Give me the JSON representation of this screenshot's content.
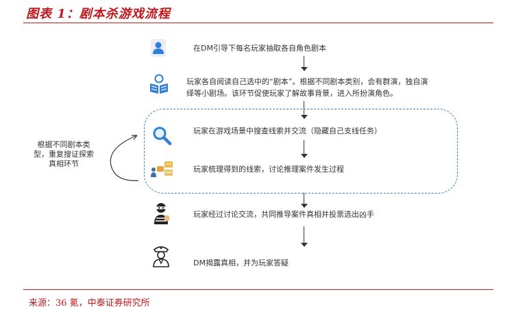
{
  "header": {
    "title": "图表 1：剧本杀游戏流程"
  },
  "steps": [
    {
      "icon": "person-icon",
      "text": "在DM引导下每名玩家抽取各自角色剧本"
    },
    {
      "icon": "reading-icon",
      "line1": "玩家各自阅读自己选中的“剧本”。根据不同剧本类别，会有群演，独自演",
      "line2": "绎等小剧场。该环节促使玩家了解故事背景，进入所扮演角色。"
    },
    {
      "icon": "magnifier-icon",
      "text": "玩家在游戏场景中搜查线索并交流（隐藏自己支线任务）"
    },
    {
      "icon": "clue-cards-icon",
      "text": "玩家梳理得到的线索，讨论推理案件发生过程"
    },
    {
      "icon": "masked-thief-icon",
      "text": "玩家经过讨论交流，共同推导案件真相并投票选出凶手"
    },
    {
      "icon": "police-officer-icon",
      "text": "DM揭露真相，并为玩家答疑"
    }
  ],
  "loop_note": "根据不同剧本类型，重复搜证探索真相环节",
  "footer": {
    "source": "来源：36 氪，中泰证券研究所"
  },
  "colors": {
    "accent": "#c0171c",
    "dashed_box": "#3c83c3",
    "icon_blue": "#2f7fd8"
  }
}
